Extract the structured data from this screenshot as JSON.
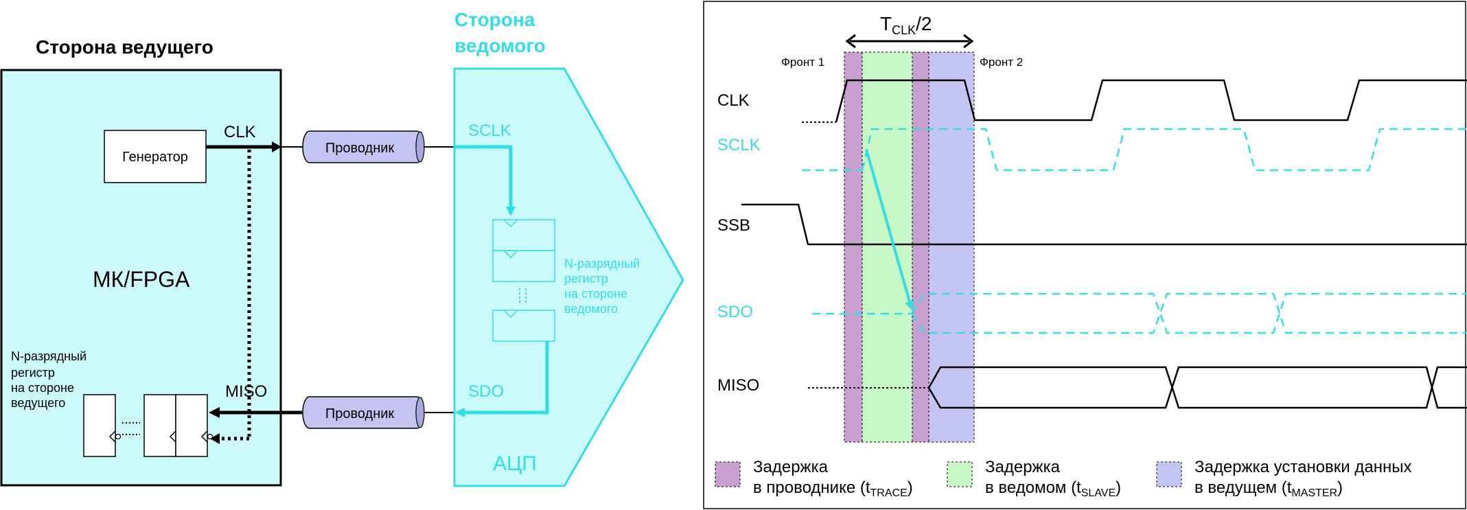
{
  "colors": {
    "cyan": "#33dde6",
    "cyan_fill": "#cbfafa",
    "master_fill": "#cdfafa",
    "wire_fill": "#c4c4f2",
    "trace": "#c8a0cf",
    "slave": "#c8f8c6",
    "master": "#c4c4f2",
    "black": "#000000"
  },
  "master_side": {
    "title": "Сторона ведущего",
    "device_label": "МК/FPGA",
    "generator_label": "Генератор",
    "clk_label": "CLK",
    "miso_label": "MISO",
    "register_label_lines": [
      "N-разрядный",
      "регистр",
      "на стороне",
      "ведущего"
    ]
  },
  "wires": {
    "top_label": "Проводник",
    "bottom_label": "Проводник"
  },
  "slave_side": {
    "title_lines": [
      "Сторона",
      "ведомого"
    ],
    "sclk_label": "SCLK",
    "sdo_label": "SDO",
    "adc_label": "АЦП",
    "register_label_lines": [
      "N-разрядный",
      "регистр",
      "на стороне",
      "ведомого"
    ]
  },
  "timing": {
    "period_label_base": "T",
    "period_label_sub": "CLK",
    "period_label_tail": "/2",
    "edge1_label": "Фронт 1",
    "edge2_label": "Фронт 2",
    "signals": {
      "clk": "CLK",
      "sclk": "SCLK",
      "ssb": "SSB",
      "sdo": "SDO",
      "miso": "MISO"
    },
    "legend": {
      "trace": {
        "line1": "Задержка",
        "line2": "в проводнике (t",
        "sub": "TRACE",
        "tail": ")"
      },
      "slave": {
        "line1": "Задержка",
        "line2": "в ведомом (t",
        "sub": "SLAVE",
        "tail": ")"
      },
      "master": {
        "line1": "Задержка установки данных",
        "line2": "в ведущем (t",
        "sub": "MASTER",
        "tail": ")"
      }
    }
  }
}
